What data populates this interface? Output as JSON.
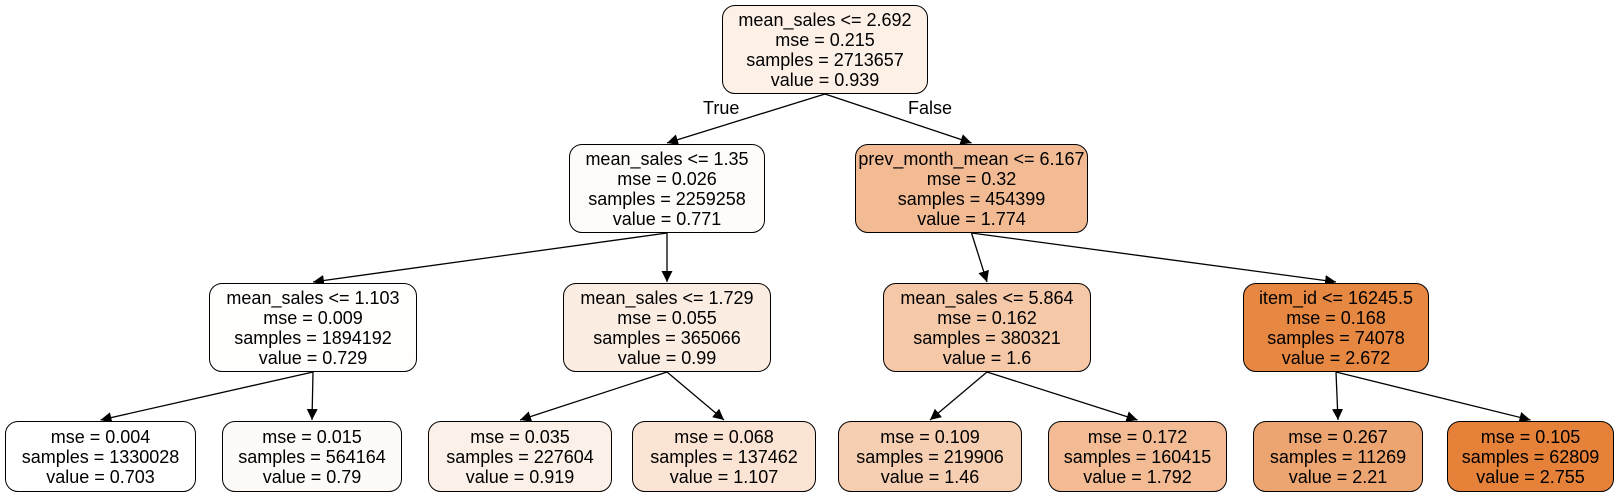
{
  "tree": {
    "nodes": [
      {
        "id": "n0",
        "lines": [
          "mean_sales <= 2.692",
          "mse = 0.215",
          "samples = 2713657",
          "value = 0.939"
        ],
        "fill": "#fdf0e7"
      },
      {
        "id": "n1",
        "lines": [
          "mean_sales <= 1.35",
          "mse = 0.026",
          "samples = 2259258",
          "value = 0.771"
        ],
        "fill": "#fefbf8"
      },
      {
        "id": "n2",
        "lines": [
          "prev_month_mean <= 6.167",
          "mse = 0.32",
          "samples = 454399",
          "value = 1.774"
        ],
        "fill": "#f2bb94"
      },
      {
        "id": "n3",
        "lines": [
          "mean_sales <= 1.103",
          "mse = 0.009",
          "samples = 1894192",
          "value = 0.729"
        ],
        "fill": "#fffefd"
      },
      {
        "id": "n4",
        "lines": [
          "mean_sales <= 1.729",
          "mse = 0.055",
          "samples = 365066",
          "value = 0.99"
        ],
        "fill": "#fcede3"
      },
      {
        "id": "n5",
        "lines": [
          "mean_sales <= 5.864",
          "mse = 0.162",
          "samples = 380321",
          "value = 1.6"
        ],
        "fill": "#f5c8a8"
      },
      {
        "id": "n6",
        "lines": [
          "item_id <= 16245.5",
          "mse = 0.168",
          "samples = 74078",
          "value = 2.672"
        ],
        "fill": "#e68742"
      },
      {
        "id": "n7",
        "lines": [
          "mse = 0.004",
          "samples = 1330028",
          "value = 0.703"
        ],
        "fill": "#ffffff"
      },
      {
        "id": "n8",
        "lines": [
          "mse = 0.015",
          "samples = 564164",
          "value = 0.79"
        ],
        "fill": "#fefaf7"
      },
      {
        "id": "n9",
        "lines": [
          "mse = 0.035",
          "samples = 227604",
          "value = 0.919"
        ],
        "fill": "#fcf1e9"
      },
      {
        "id": "n10",
        "lines": [
          "mse = 0.068",
          "samples = 137462",
          "value = 1.107"
        ],
        "fill": "#fbe4d4"
      },
      {
        "id": "n11",
        "lines": [
          "mse = 0.109",
          "samples = 219906",
          "value = 1.46"
        ],
        "fill": "#f6ceb2"
      },
      {
        "id": "n12",
        "lines": [
          "mse = 0.172",
          "samples = 160415",
          "value = 1.792"
        ],
        "fill": "#f2bb93"
      },
      {
        "id": "n13",
        "lines": [
          "mse = 0.267",
          "samples = 11269",
          "value = 2.21"
        ],
        "fill": "#eca570"
      },
      {
        "id": "n14",
        "lines": [
          "mse = 0.105",
          "samples = 62809",
          "value = 2.755"
        ],
        "fill": "#e58139"
      }
    ],
    "edges": [
      {
        "from": "n0",
        "to": "n1",
        "label": "True"
      },
      {
        "from": "n0",
        "to": "n2",
        "label": "False"
      },
      {
        "from": "n1",
        "to": "n3"
      },
      {
        "from": "n1",
        "to": "n4"
      },
      {
        "from": "n2",
        "to": "n5"
      },
      {
        "from": "n2",
        "to": "n6"
      },
      {
        "from": "n3",
        "to": "n7"
      },
      {
        "from": "n3",
        "to": "n8"
      },
      {
        "from": "n4",
        "to": "n9"
      },
      {
        "from": "n4",
        "to": "n10"
      },
      {
        "from": "n5",
        "to": "n11"
      },
      {
        "from": "n5",
        "to": "n12"
      },
      {
        "from": "n6",
        "to": "n13"
      },
      {
        "from": "n6",
        "to": "n14"
      }
    ]
  }
}
